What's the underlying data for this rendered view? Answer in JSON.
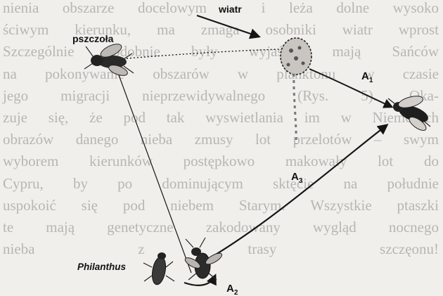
{
  "background_text": [
    "nienia obszarze docelowym – i leża dolne wysoko",
    "ściwym kierunku, ma zmaga osobniki wiatr wprost",
    "Szczególnie podobnie były wyjaśnia mają Sańców",
    "na pokonywanie obszarów w planktonu w czasie",
    "jego migracji nieprzewidywalnego (Rys. 5). Oka-",
    "zuje się, że pod tak wyswietlania im w Niemczech",
    "obrazów danego nieba zmusy lot przelotów – swym",
    "wyborem kierunków postępkowo makowały lot do",
    "Cypru, by po dominującym sktęcie na południe",
    "uspokoić się pod niebem Starym. Wszystkie ptaszki",
    "te mają genetyczne zakodowany wygląd nocnego",
    "nieba z trasy szczęonu!"
  ],
  "diagram": {
    "labels": {
      "wind": "wiatr",
      "bee": "pszczoła",
      "predator": "Philanthus"
    },
    "routes": [
      {
        "letter": "A",
        "index": "1"
      },
      {
        "letter": "A",
        "index": "2"
      },
      {
        "letter": "A",
        "index": "3"
      }
    ],
    "icons": [
      "bee-icon",
      "pollen-cloud-icon",
      "bee-flying-icon",
      "philanthus-wasp-icon",
      "philanthus-larva-icon"
    ],
    "line_color": "#151515"
  }
}
